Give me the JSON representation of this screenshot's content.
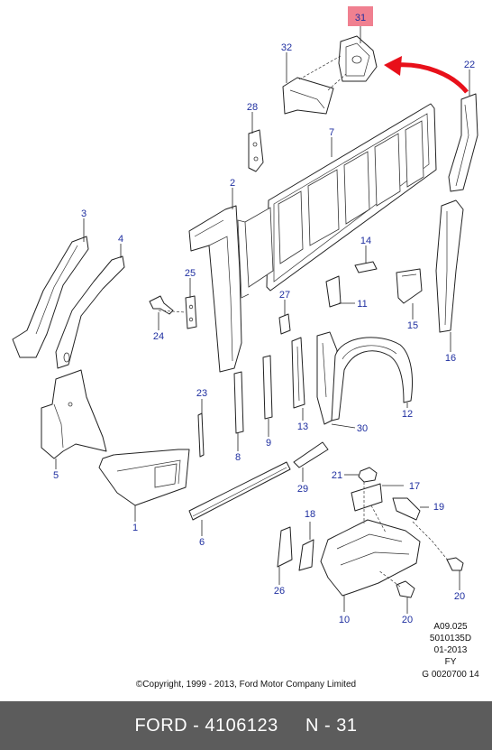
{
  "labels": {
    "p1": "1",
    "p2": "2",
    "p3": "3",
    "p4": "4",
    "p5": "5",
    "p6": "6",
    "p7": "7",
    "p8": "8",
    "p9": "9",
    "p10": "10",
    "p11": "11",
    "p12": "12",
    "p13": "13",
    "p14": "14",
    "p15": "15",
    "p16": "16",
    "p17": "17",
    "p18": "18",
    "p19": "19",
    "p20a": "20",
    "p20b": "20",
    "p21": "21",
    "p22": "22",
    "p23": "23",
    "p24": "24",
    "p25": "25",
    "p26": "26",
    "p27": "27",
    "p28": "28",
    "p29": "29",
    "p30": "30",
    "p31": "31",
    "p32": "32"
  },
  "highlight_color": "#f08090",
  "arrow_color": "#e8101a",
  "meta": {
    "line1": "A09.025",
    "line2": "5010135D",
    "line3": "01-2013",
    "line4": "FY",
    "line5": "G 0020700 14"
  },
  "copyright": "©Copyright, 1999 - 2013, Ford Motor Company Limited",
  "footer": "FORD - 4106123     N - 31"
}
